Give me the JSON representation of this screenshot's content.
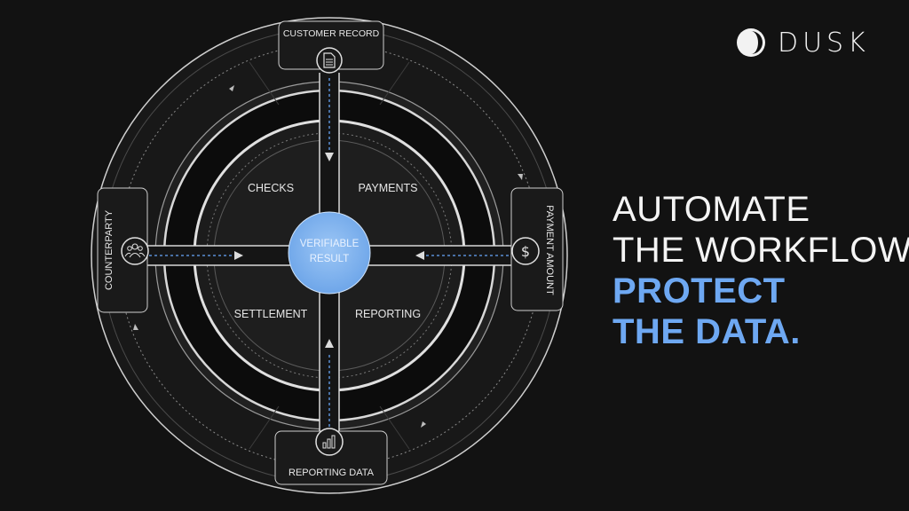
{
  "brand": {
    "name": "DUSK"
  },
  "diagram": {
    "center": "VERIFIABLE RESULT",
    "quadrants": {
      "top_left": "CHECKS",
      "top_right": "PAYMENTS",
      "bottom_left": "SETTLEMENT",
      "bottom_right": "REPORTING"
    },
    "inputs": {
      "top": {
        "label": "CUSTOMER RECORD",
        "icon": "document-icon"
      },
      "left": {
        "label": "COUNTERPARTY",
        "icon": "people-icon"
      },
      "right": {
        "label": "PAYMENT AMOUNT",
        "icon": "dollar-icon"
      },
      "bottom": {
        "label": "REPORTING DATA",
        "icon": "bar-chart-icon"
      }
    }
  },
  "headline": {
    "line1": "AUTOMATE",
    "line2": "THE WORKFLOW.",
    "line3": "PROTECT",
    "line4": "THE DATA."
  },
  "colors": {
    "background": "#121212",
    "accent": "#6ea8f2",
    "center": "#7fb4f0",
    "line": "#d9d9d9"
  }
}
